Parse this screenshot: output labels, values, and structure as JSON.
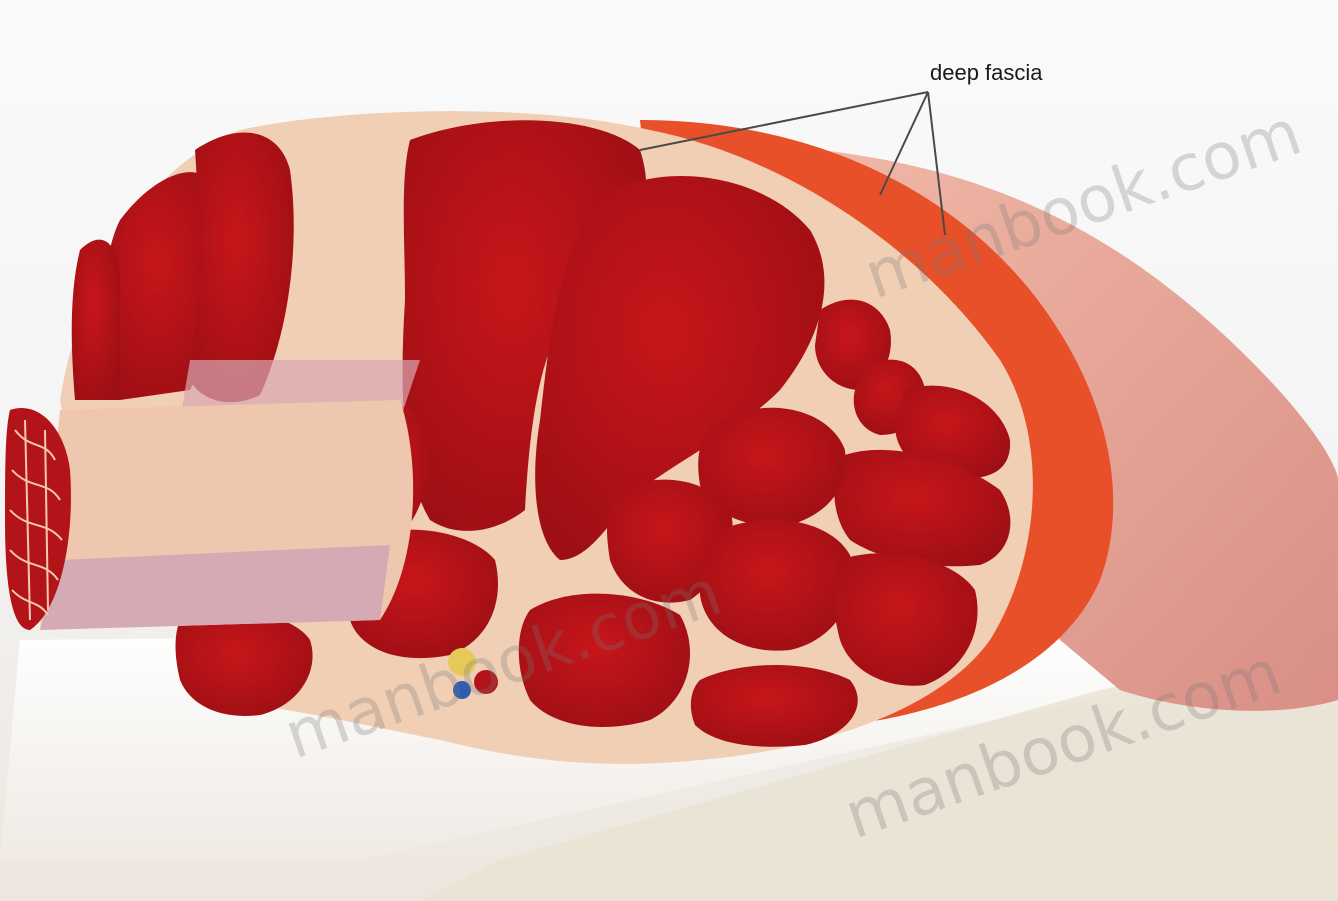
{
  "labels": {
    "deep_fascia": "deep fascia"
  },
  "watermarks": [
    "manbook.com",
    "manbook.com",
    "manbook.com"
  ],
  "colors": {
    "muscle": "#b8141a",
    "muscle_light": "#d42a1c",
    "fascia": "#f1cfb4",
    "skin_cut": "#e8502a",
    "skin": "#e9a394",
    "nerve": "#e6c95a",
    "vein": "#2f5db0"
  }
}
